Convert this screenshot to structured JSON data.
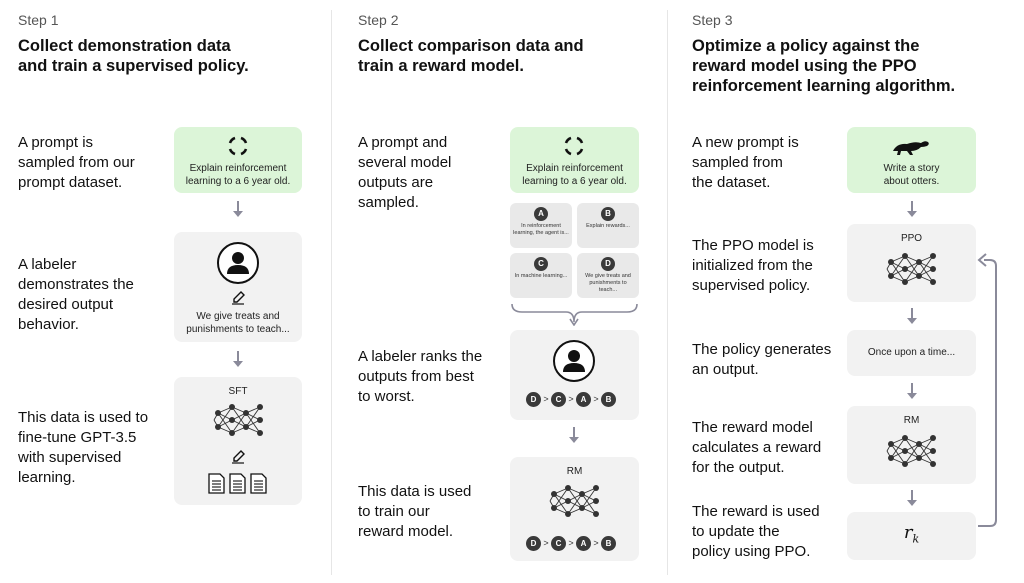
{
  "step1": {
    "label": "Step 1",
    "title_line1": "Collect demonstration data",
    "title_line2": "and train a supervised policy.",
    "desc1": [
      "A prompt is",
      "sampled from our",
      "prompt dataset."
    ],
    "desc2": [
      "A labeler",
      "demonstrates the",
      "desired output",
      "behavior."
    ],
    "desc3": [
      "This data is used to",
      "fine-tune GPT-3.5",
      "with supervised",
      "learning."
    ],
    "prompt_line1": "Explain reinforcement",
    "prompt_line2": "learning to a 6 year old.",
    "demo_line1": "We give treats and",
    "demo_line2": "punishments to teach...",
    "model_label": "SFT"
  },
  "step2": {
    "label": "Step 2",
    "title_line1": "Collect comparison data and",
    "title_line2": "train a reward model.",
    "desc1": [
      "A prompt and",
      "several model",
      "outputs are",
      "sampled."
    ],
    "desc2": [
      "A labeler ranks the",
      "outputs from best",
      "to worst."
    ],
    "desc3": [
      "This data is used",
      "to train our",
      "reward model."
    ],
    "prompt_line1": "Explain reinforcement",
    "prompt_line2": "learning to a 6 year old.",
    "outputs": [
      {
        "badge": "A",
        "text": "In reinforcement learning, the agent is..."
      },
      {
        "badge": "B",
        "text": "Explain rewards..."
      },
      {
        "badge": "C",
        "text": "In machine learning..."
      },
      {
        "badge": "D",
        "text": "We give treats and punishments to teach..."
      }
    ],
    "ranking": [
      "D",
      "C",
      "A",
      "B"
    ],
    "ranking_sep": ">",
    "model_label": "RM"
  },
  "step3": {
    "label": "Step 3",
    "title_line1": "Optimize a policy against the",
    "title_line2": "reward model using the PPO",
    "title_line3": "reinforcement learning algorithm.",
    "desc1": [
      "A new prompt is",
      "sampled from",
      "the dataset."
    ],
    "desc2": [
      "The PPO model is",
      "initialized from the",
      "supervised policy."
    ],
    "desc3": [
      "The policy generates",
      "an output."
    ],
    "desc4": [
      "The reward model",
      "calculates a reward",
      "for the output."
    ],
    "desc5": [
      "The reward is used",
      "to update the",
      "policy using PPO."
    ],
    "prompt_line1": "Write a story",
    "prompt_line2": "about otters.",
    "ppo_label": "PPO",
    "output_text": "Once upon a time...",
    "rm_label": "RM",
    "reward_symbol": "r",
    "reward_sub": "k"
  },
  "icons": [
    "refresh-icon",
    "labeler-icon",
    "pencil-icon",
    "neural-net-icon",
    "document-icon",
    "otter-icon",
    "arrow-down-icon"
  ],
  "colors": {
    "prompt_box": "#dcf5d8",
    "model_box": "#f2f2f2",
    "badge": "#3a3a3a",
    "arrow": "#8a8a9a"
  }
}
